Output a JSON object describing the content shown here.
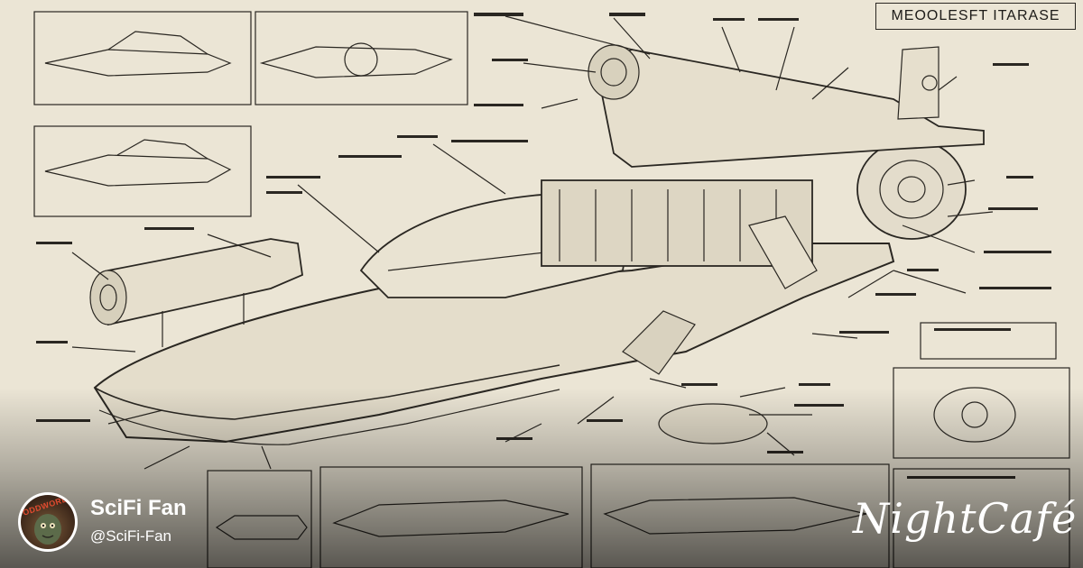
{
  "blueprint": {
    "title": "MEOOLESFT ITARASE"
  },
  "profile": {
    "avatar_text": "ODDWORLD",
    "name": "SciFi Fan",
    "handle": "@SciFi-Fan"
  },
  "brand": {
    "logo_text": "NightCafé"
  },
  "colors": {
    "paper": "#ebe5d5",
    "ink": "#2a2722",
    "overlay_text": "#ffffff"
  }
}
